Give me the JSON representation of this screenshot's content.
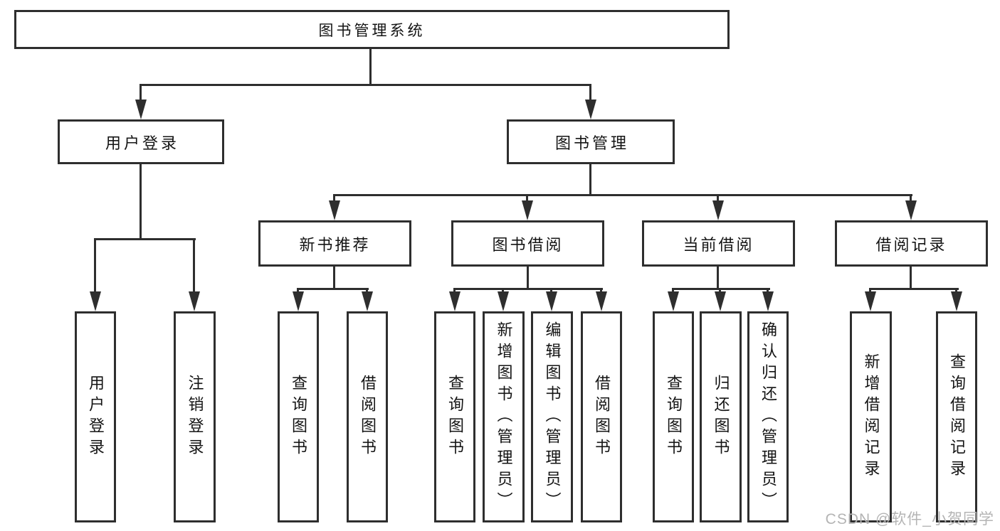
{
  "tree": {
    "root": "图书管理系统",
    "level2": [
      "用户登录",
      "图书管理"
    ],
    "level3": [
      "新书推荐",
      "图书借阅",
      "当前借阅",
      "借阅记录"
    ],
    "leaves": {
      "login": [
        "用户登录",
        "注销登录"
      ],
      "recommend": [
        "查询图书",
        "借阅图书"
      ],
      "borrow": [
        "查询图书",
        "新增图书（管理员）",
        "编辑图书（管理员）",
        "借阅图书"
      ],
      "current": [
        "查询图书",
        "归还图书",
        "确认归还（管理员）"
      ],
      "history": [
        "新增借阅记录",
        "查询借阅记录"
      ]
    }
  },
  "watermark": {
    "text": "CSDN @软件_小贺同学"
  },
  "colors": {
    "line": "#2e2e2e",
    "text": "#141414",
    "wm": "#b4b4b4",
    "bg": "#ffffff"
  }
}
